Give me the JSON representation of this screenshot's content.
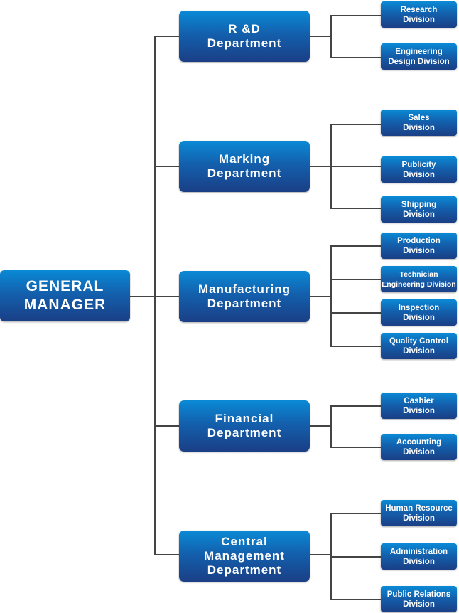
{
  "general_manager": "GENERAL\nMANAGER",
  "departments": [
    {
      "name": "R &D\nDepartment",
      "divisions": [
        "Research\nDivision",
        "Engineering\nDesign Division"
      ]
    },
    {
      "name": "Marking\nDepartment",
      "divisions": [
        "Sales\nDivision",
        "Publicity\nDivision",
        "Shipping\nDivision"
      ]
    },
    {
      "name": "Manufacturing\nDepartment",
      "divisions": [
        "Production\nDivision",
        "Technician\nEngineering Division",
        "Inspection\nDivision",
        "Quality Control\nDivision"
      ]
    },
    {
      "name": "Financial\nDepartment",
      "divisions": [
        "Cashier\nDivision",
        "Accounting\nDivision"
      ]
    },
    {
      "name": "Central\nManagement\nDepartment",
      "divisions": [
        "Human Resource\nDivision",
        "Administration\nDivision",
        "Public Relations\nDivision"
      ]
    }
  ],
  "colors": {
    "box_top": "#0a8ad6",
    "box_bottom": "#1a3f86",
    "line": "#444444"
  }
}
